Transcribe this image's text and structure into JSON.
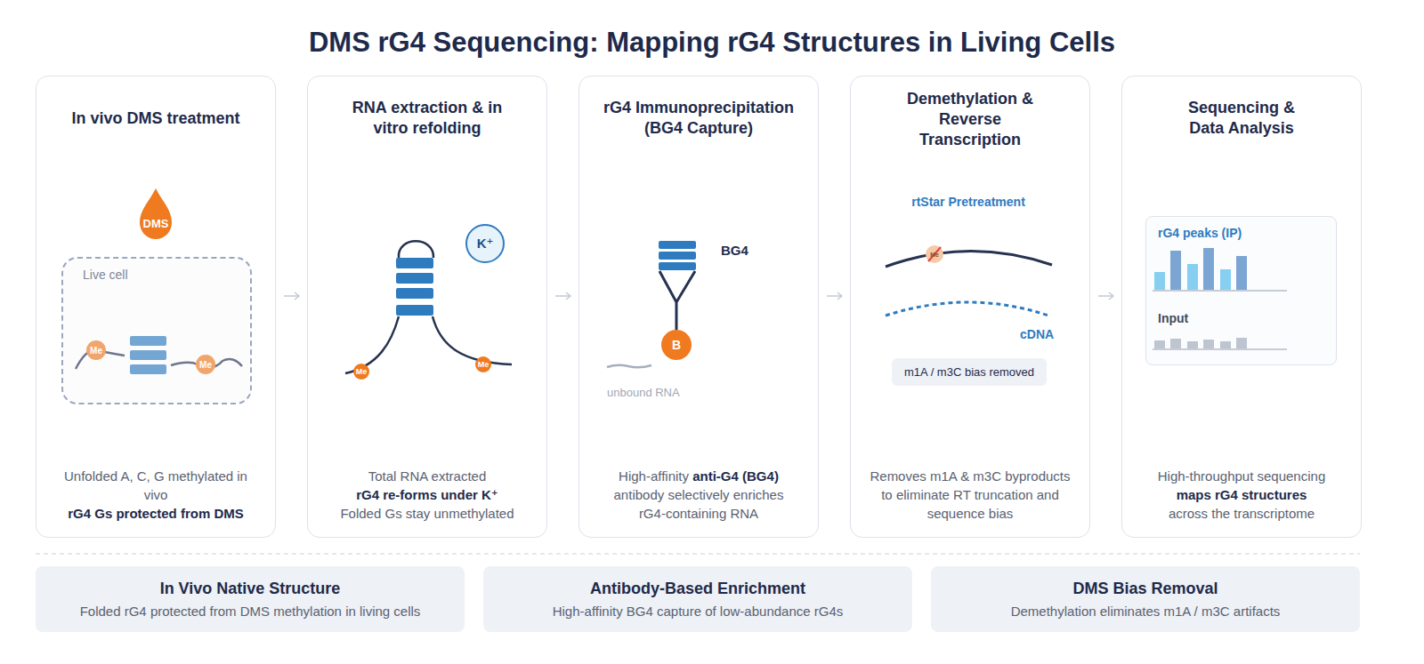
{
  "diagram": {
    "title": "DMS rG4 Sequencing: Mapping rG4 Structures in Living Cells",
    "nodes": [
      {
        "text": [
          "In vivo DMS treatment",
          "Unfolded A, C, G methylated in vivo",
          "rG4 Gs protected from DMS"
        ]
      },
      {
        "text": [
          "Live cell"
        ],
        "in": 0
      },
      {
        "text": [
          "RNA extraction & in vitro refolding",
          "Total RNA extracted",
          "rG4 re-forms under K⁺",
          "Folded Gs stay unmethylated"
        ]
      },
      {
        "text": [
          "rG4 Immunoprecipitation (BG4 Capture)",
          "High-affinity",
          "anti-G4 (BG4)",
          "antibody selectively enriches rG4-containing RNA"
        ]
      },
      {
        "text": [
          "Demethylation & Reverse Transcription",
          "Removes m1A & m3C byproducts to eliminate RT truncation and sequence bias"
        ]
      },
      {
        "text": [
          "m1A / m3C bias removed"
        ],
        "in": 4
      },
      {
        "text": [
          "Sequencing & Data Analysis",
          "High-throughput sequencing",
          "maps rG4 structures",
          "across the transcriptome"
        ]
      },
      {
        "text": [
          "rG4 peaks (IP)",
          "Input"
        ],
        "in": 6
      },
      {
        "text": [
          "In Vivo Native Structure",
          "Folded rG4 protected from DMS methylation in living cells"
        ]
      },
      {
        "text": [
          "Antibody-Based Enrichment",
          "High-affinity BG4 capture of low-abundance rG4s"
        ]
      },
      {
        "text": [
          "DMS Bias Removal",
          "Demethylation eliminates m1A / m3C artifacts"
        ]
      }
    ],
    "edges": [
      {
        "from": 0,
        "to": 2,
        "arrow": "to"
      },
      {
        "from": 2,
        "to": 3,
        "arrow": "to"
      },
      {
        "from": 3,
        "to": 4,
        "arrow": "to"
      },
      {
        "from": 4,
        "to": 6,
        "arrow": "to"
      }
    ],
    "labels": [
      "DMS",
      "Me",
      "Me",
      "Me",
      "Me",
      "K⁺",
      "BG4",
      "B",
      "unbound RNA",
      "rtStar Pretreatment",
      "Me",
      "cDNA"
    ]
  }
}
